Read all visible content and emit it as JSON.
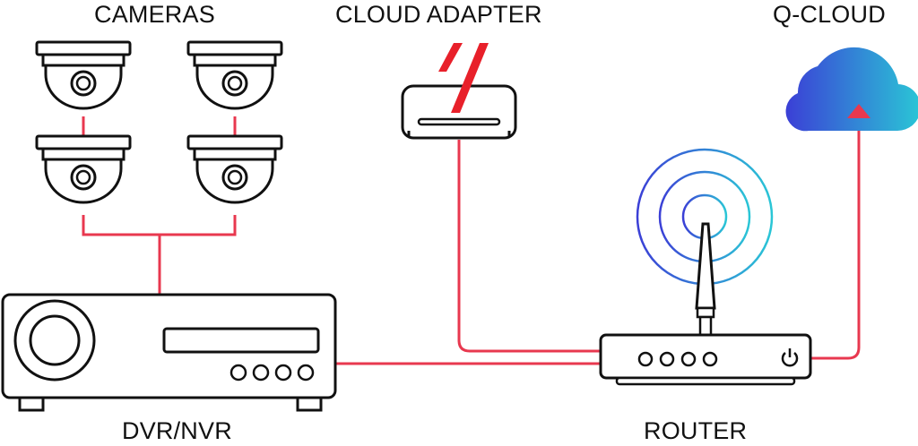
{
  "labels": {
    "cameras": "CAMERAS",
    "cloud_adapter": "CLOUD ADAPTER",
    "q_cloud": "Q-CLOUD",
    "dvr_nvr": "DVR/NVR",
    "router": "ROUTER"
  },
  "colors": {
    "outline": "#111111",
    "connection": "#e8384f",
    "adapter_mark": "#e8202a",
    "gradient_start": "#3b3fd6",
    "gradient_end": "#2ac6d6"
  },
  "icons": {
    "cameras": "dome-camera-icon",
    "cloud_adapter": "cloud-adapter-icon",
    "q_cloud": "cloud-icon",
    "dvr_nvr": "recorder-icon",
    "router": "router-icon",
    "wireless": "wifi-signal-icon",
    "power": "power-icon"
  }
}
